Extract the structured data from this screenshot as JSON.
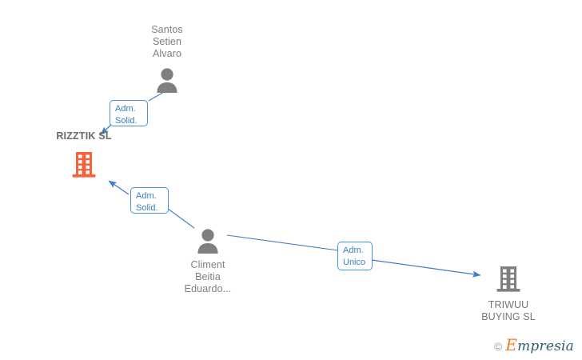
{
  "graph": {
    "title_focus": "RIZZTIK SL",
    "nodes": [
      {
        "id": "santos",
        "type": "person",
        "icon": "person-icon",
        "label": "Santos\nSetien\nAlvaro"
      },
      {
        "id": "rizztik",
        "type": "company",
        "icon": "building-icon",
        "label": "RIZZTIK  SL",
        "focus": true
      },
      {
        "id": "climent",
        "type": "person",
        "icon": "person-icon",
        "label": "Climent\nBeitia\nEduardo..."
      },
      {
        "id": "triwuu",
        "type": "company",
        "icon": "building-icon",
        "label": "TRIWUU\nBUYING  SL"
      }
    ],
    "relations": [
      {
        "id": "rel-santos-rizztik",
        "label": "Adm.\nSolid.",
        "from": "santos",
        "to": "rizztik"
      },
      {
        "id": "rel-climent-rizztik",
        "label": "Adm.\nSolid.",
        "from": "climent",
        "to": "rizztik"
      },
      {
        "id": "rel-climent-triwuu",
        "label": "Adm.\nUnico",
        "from": "climent",
        "to": "triwuu"
      }
    ]
  },
  "watermark": {
    "copyright_symbol": "©",
    "brand_initial": "E",
    "brand_rest": "mpresia"
  },
  "colors": {
    "edge": "#3f7fc4",
    "relation_border": "#4a90d9",
    "relation_text": "#3d7fc1",
    "focus_company": "#f4633a",
    "company": "#808080",
    "person": "#808080",
    "label_text": "#808080",
    "background": "#ffffff"
  }
}
